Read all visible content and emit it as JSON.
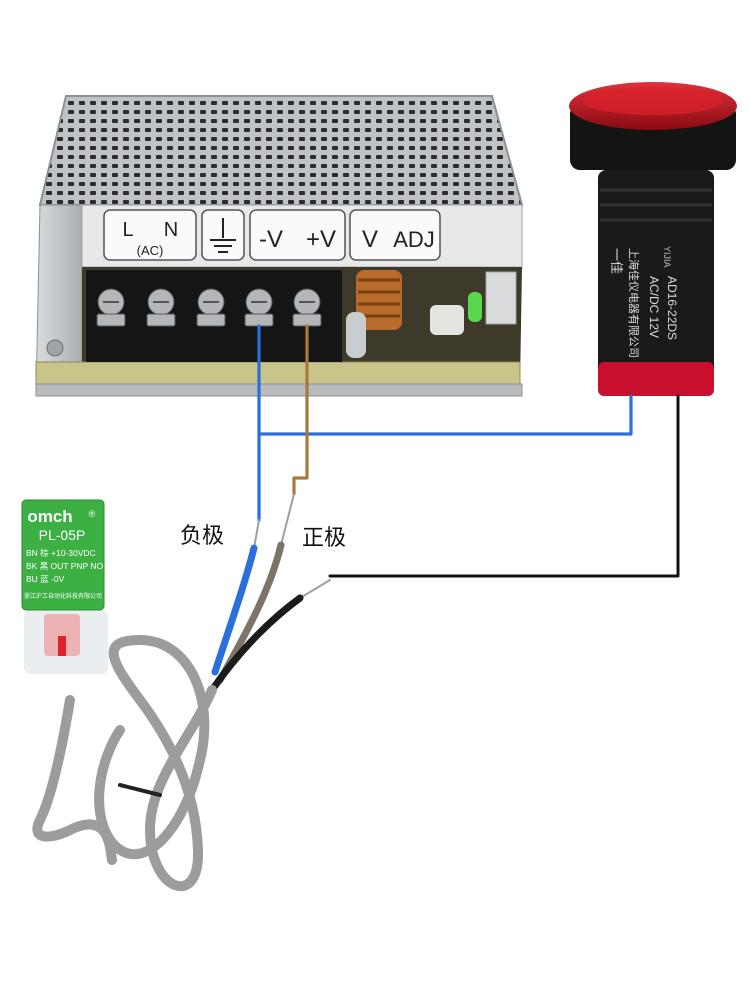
{
  "power_supply": {
    "terminal_labels": {
      "line": "L",
      "neutral": "N",
      "ac": "(AC)",
      "negative": "-V",
      "positive": "+V",
      "voltage": "V",
      "adjust": "ADJ"
    }
  },
  "indicator_lamp": {
    "brand": "一佳",
    "model": "AD16-22DS",
    "origin": "YIJIA",
    "rating": "AC/DC 12V",
    "maker": "上海佳仪电器有限公司"
  },
  "sensor": {
    "brand": "omch",
    "model": "PL-05P",
    "spec_lines": [
      "BN 棕 +10-30VDC",
      "BK 黑 OUT PNP NO",
      "BU 蓝 -0V"
    ],
    "maker": "浙江沪工自动化科技有限公司"
  },
  "wire_labels": {
    "negative": "负极",
    "positive": "正极"
  },
  "colors": {
    "blue_wire": "#2a6fdb",
    "brown_wire": "#a77a3c",
    "black_wire": "#111111",
    "sensor_green": "#3cb043",
    "lamp_red": "#c8102e"
  }
}
